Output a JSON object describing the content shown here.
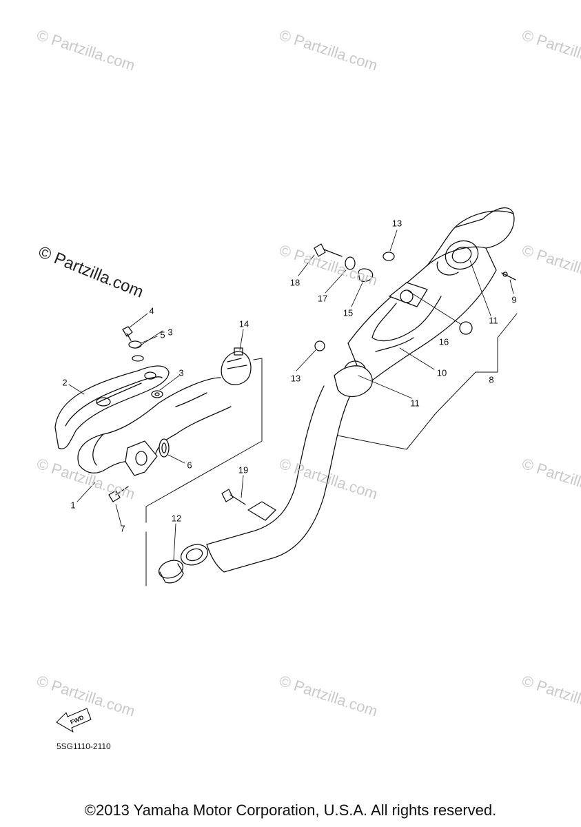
{
  "watermark": "© Partzilla.com",
  "prominent_watermark": "© Partzilla.com",
  "callouts": [
    "1",
    "2",
    "3",
    "3",
    "4",
    "5",
    "6",
    "7",
    "8",
    "9",
    "10",
    "11",
    "11",
    "12",
    "13",
    "13",
    "14",
    "15",
    "16",
    "17",
    "18",
    "19"
  ],
  "fwd_label": "FWD",
  "drawing_code": "5SG1110-2110",
  "copyright": "©2013 Yamaha Motor Corporation, U.S.A. All rights reserved."
}
